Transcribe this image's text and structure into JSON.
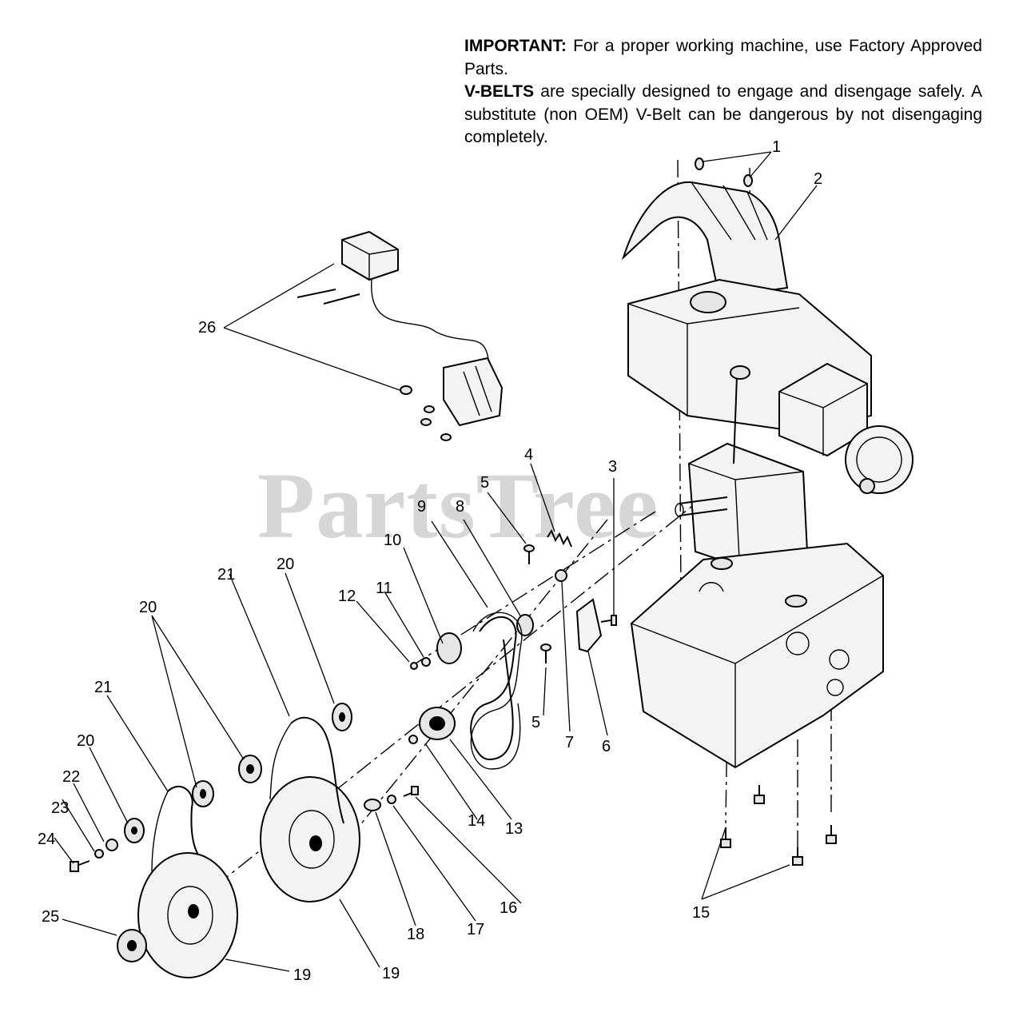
{
  "note": {
    "p1_bold": "IMPORTANT:",
    "p1_text": " For a proper working machine, use Factory Approved Parts.",
    "p2_bold": "V-BELTS",
    "p2_text": " are specially designed to engage and disengage safely.  A substitute (non OEM) V-Belt can be dangerous by not disengaging completely."
  },
  "watermark": "PartsTree",
  "callouts": [
    "1",
    "2",
    "3",
    "4",
    "5",
    "5",
    "6",
    "7",
    "8",
    "9",
    "10",
    "11",
    "12",
    "13",
    "14",
    "15",
    "16",
    "17",
    "18",
    "19",
    "19",
    "20",
    "20",
    "20",
    "21",
    "21",
    "22",
    "23",
    "24",
    "25",
    "26"
  ]
}
